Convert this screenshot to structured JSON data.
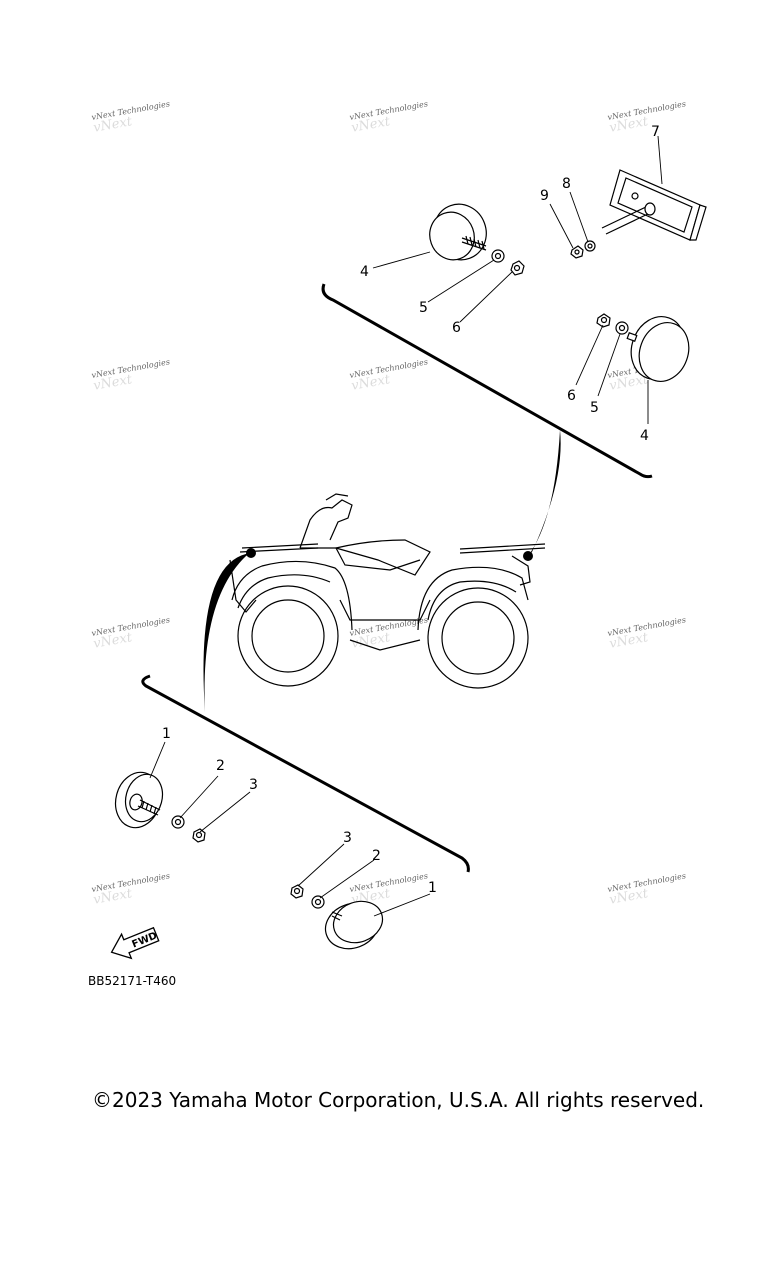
{
  "watermark_text": "vNext Technologies",
  "callouts": {
    "c1a": "1",
    "c2a": "2",
    "c3a": "3",
    "c1b": "1",
    "c2b": "2",
    "c3b": "3",
    "c4a": "4",
    "c5a": "5",
    "c6a": "6",
    "c4b": "4",
    "c5b": "5",
    "c6b": "6",
    "c7": "7",
    "c8": "8",
    "c9": "9"
  },
  "fwd_label": "FWD",
  "diagram_code": "BB52171-T460",
  "copyright": "©2023 Yamaha Motor Corporation, U.S.A. All rights reserved."
}
